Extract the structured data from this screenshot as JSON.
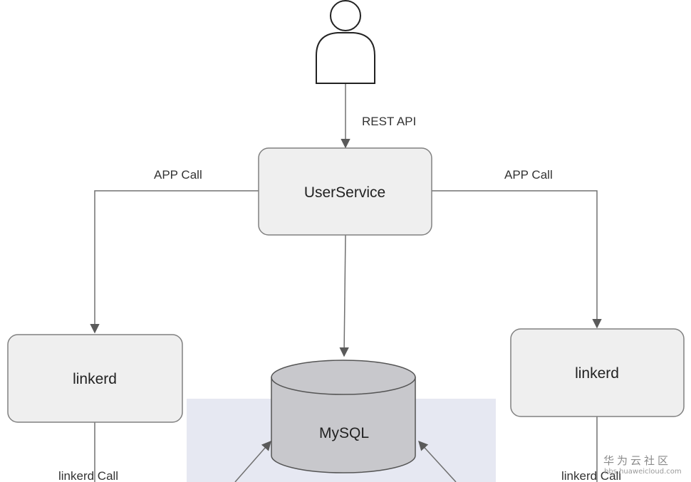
{
  "nodes": {
    "user_service": "UserService",
    "linkerd_left": "linkerd",
    "linkerd_right": "linkerd",
    "mysql": "MySQL"
  },
  "edges": {
    "rest_api": "REST API",
    "app_call_left": "APP Call",
    "app_call_right": "APP Call",
    "linkerd_call_left": "linkerd Call",
    "linkerd_call_right": "linkerd Call"
  },
  "watermark": {
    "brand": "华为云社区",
    "url": "bbs.huaweicloud.com"
  },
  "colors": {
    "box_fill": "#efefef",
    "box_stroke": "#808080",
    "db_fill": "#c8c8cc",
    "db_overlay": "#e6e8f2",
    "line": "#707070"
  }
}
